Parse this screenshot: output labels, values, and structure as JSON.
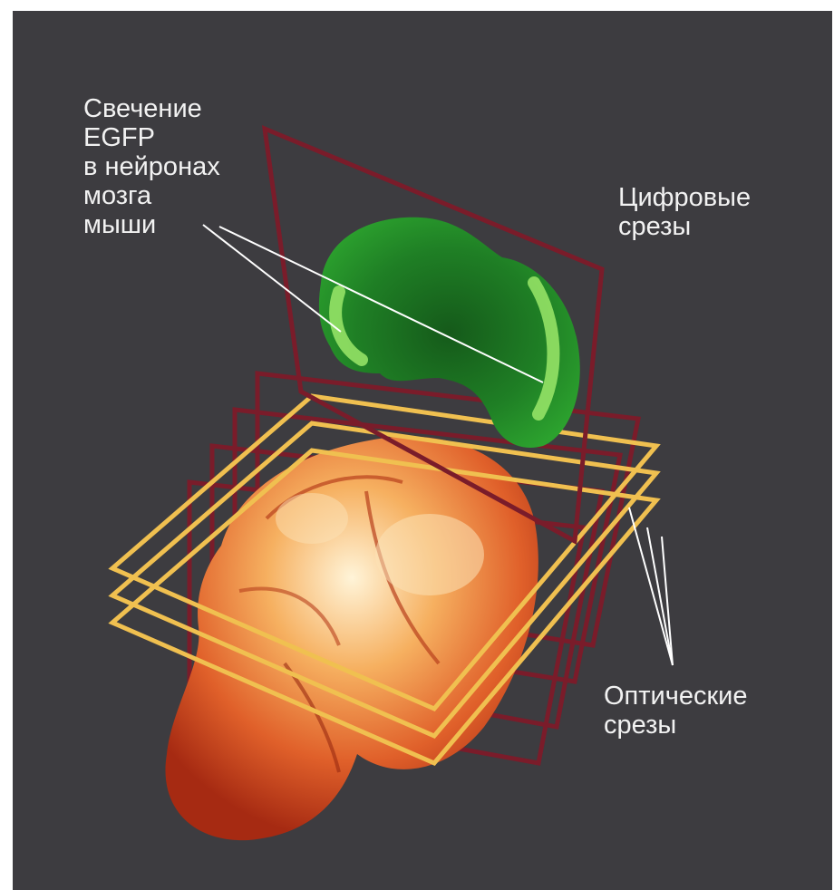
{
  "labels": {
    "egfp": [
      "Свечение",
      "EGFP",
      "в нейронах",
      "мозга",
      "мыши"
    ],
    "digital": [
      "Цифровые",
      "срезы"
    ],
    "optical": [
      "Оптические",
      "срезы"
    ]
  },
  "colors": {
    "background": "#3d3c40",
    "digital_slices": "#7a1c2a",
    "optical_slices": "#f0c050",
    "egfp": "#3fbf3a",
    "brain": "#e0602a",
    "leader_lines": "#ffffff"
  }
}
